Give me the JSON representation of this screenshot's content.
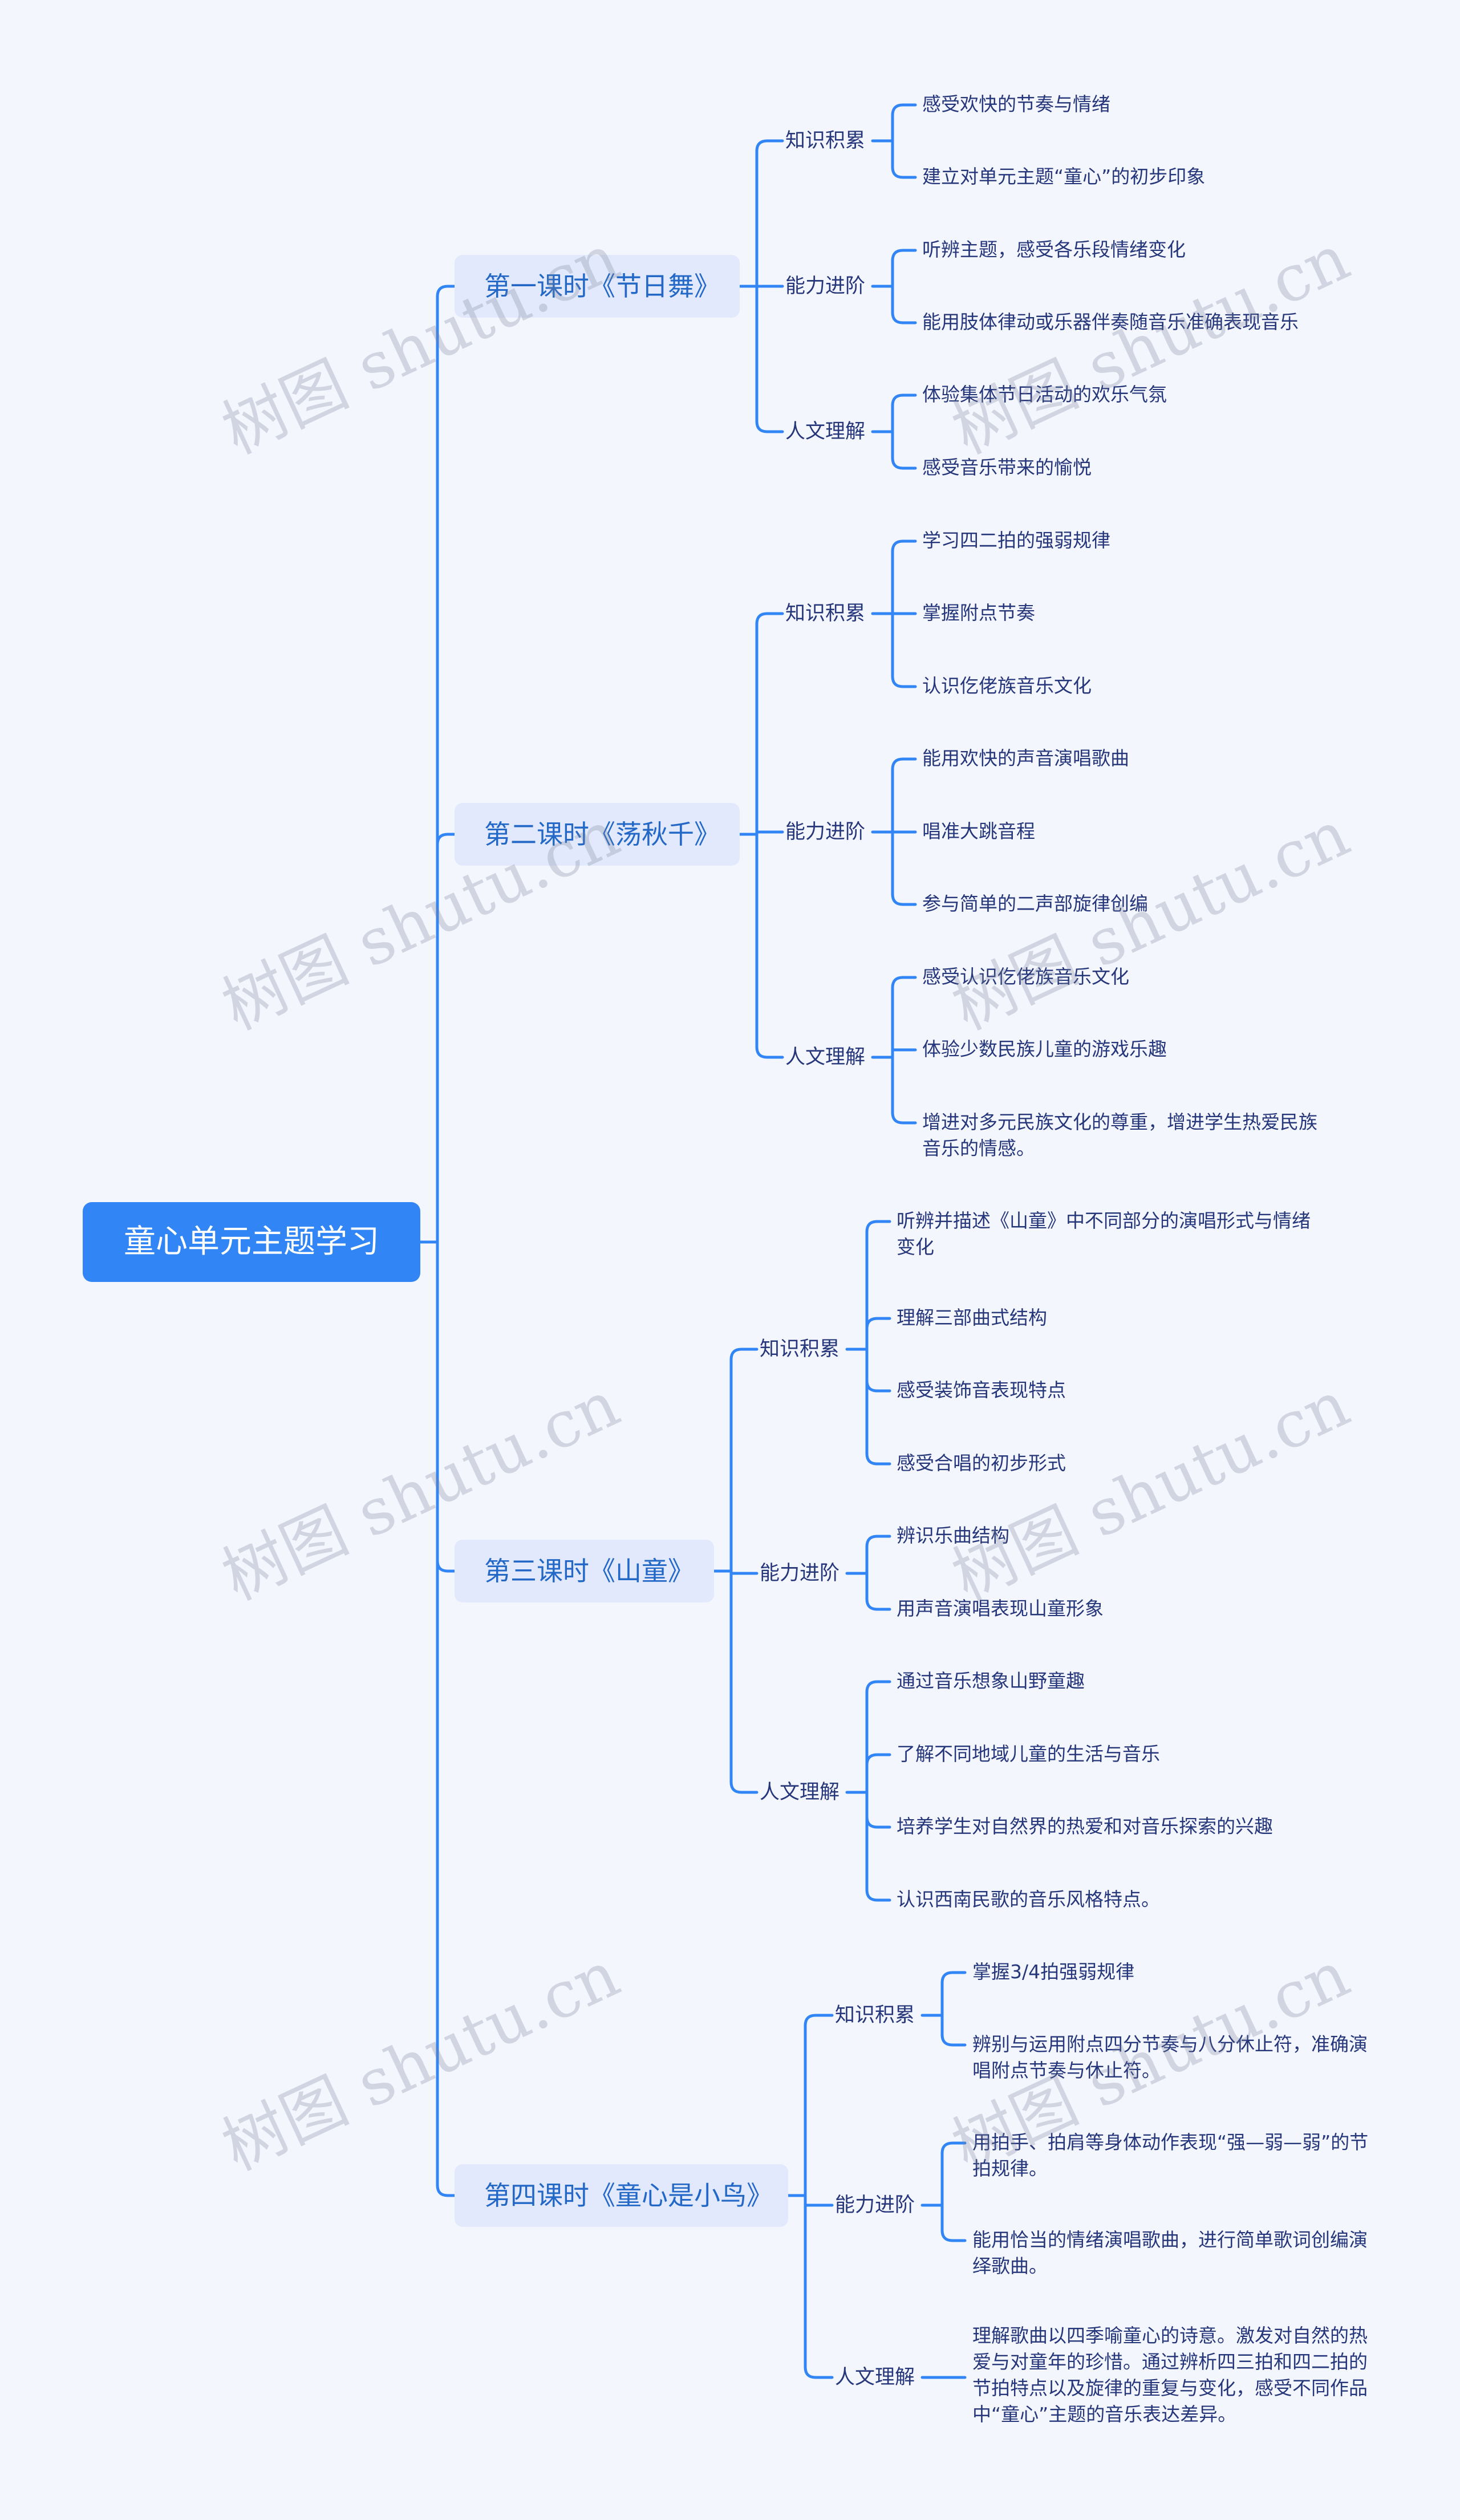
{
  "mindmap": {
    "root": "童心单元主题学习",
    "colors": {
      "root_fill": "#3185f5",
      "lesson_fill": "#e2e9fd",
      "lesson_text": "#2368c7",
      "line": "#3185f5",
      "text": "#26367a",
      "background": "#f4f6fe"
    },
    "lessons": [
      {
        "title": "第一课时《节日舞》",
        "categories": [
          {
            "name": "知识积累",
            "items": [
              "感受欢快的节奏与情绪",
              "建立对单元主题“童心”的初步印象"
            ]
          },
          {
            "name": "能力进阶",
            "items": [
              "听辨主题，感受各乐段情绪变化",
              "能用肢体律动或乐器伴奏随音乐准确表现音乐"
            ]
          },
          {
            "name": "人文理解",
            "items": [
              "体验集体节日活动的欢乐气氛",
              "感受音乐带来的愉悦"
            ]
          }
        ]
      },
      {
        "title": "第二课时《荡秋千》",
        "categories": [
          {
            "name": "知识积累",
            "items": [
              "学习四二拍的强弱规律",
              "掌握附点节奏",
              "认识仡佬族音乐文化"
            ]
          },
          {
            "name": "能力进阶",
            "items": [
              "能用欢快的声音演唱歌曲",
              "唱准大跳音程",
              "参与简单的二声部旋律创编"
            ]
          },
          {
            "name": "人文理解",
            "items": [
              "感受认识仡佬族音乐文化",
              "体验少数民族儿童的游戏乐趣",
              "增进对多元民族文化的尊重，增进学生热爱民族音乐的情感。"
            ]
          }
        ]
      },
      {
        "title": "第三课时《山童》",
        "categories": [
          {
            "name": "知识积累",
            "items": [
              "听辨并描述《山童》中不同部分的演唱形式与情绪变化",
              "理解三部曲式结构",
              "感受装饰音表现特点",
              "感受合唱的初步形式"
            ]
          },
          {
            "name": "能力进阶",
            "items": [
              "辨识乐曲结构",
              "用声音演唱表现山童形象"
            ]
          },
          {
            "name": "人文理解",
            "items": [
              "通过音乐想象山野童趣",
              "了解不同地域儿童的生活与音乐",
              "培养学生对自然界的热爱和对音乐探索的兴趣",
              "认识西南民歌的音乐风格特点。"
            ]
          }
        ]
      },
      {
        "title": "第四课时《童心是小鸟》",
        "categories": [
          {
            "name": "知识积累",
            "items": [
              "掌握3/4拍强弱规律",
              "辨别与运用附点四分节奏与八分休止符，准确演唱附点节奏与休止符。"
            ]
          },
          {
            "name": "能力进阶",
            "items": [
              "用拍手、拍肩等身体动作表现“强—弱—弱”的节拍规律。",
              "能用恰当的情绪演唱歌曲，进行简单歌词创编演绎歌曲。"
            ]
          },
          {
            "name": "人文理解",
            "items": [
              "理解歌曲以四季喻童心的诗意。激发对自然的热爱与对童年的珍惜。通过辨析四三拍和四二拍的节拍特点以及旋律的重复与变化，感受不同作品中“童心”主题的音乐表达差异。"
            ]
          }
        ]
      }
    ]
  },
  "watermark": "树图 shutu.cn"
}
